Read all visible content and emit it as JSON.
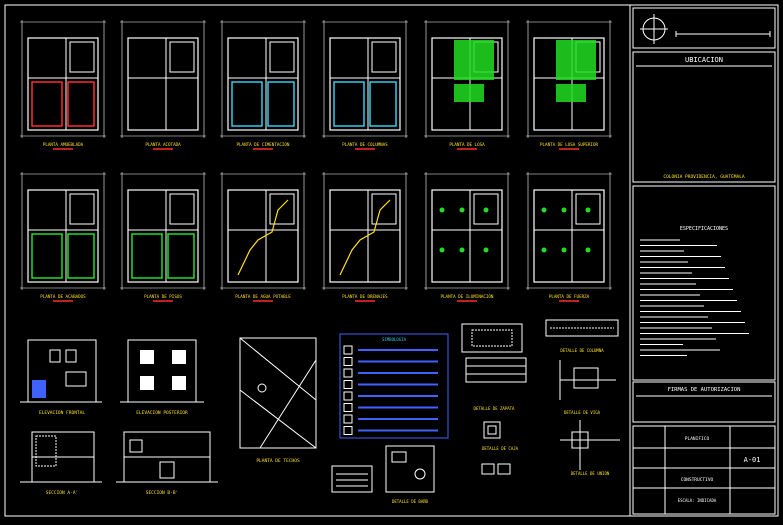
{
  "colors": {
    "background": "#000000",
    "frame": "#ffffff",
    "title_red": "#ff2a2a",
    "plan_green": "#22dd22",
    "plan_cyan": "#33ccee",
    "plan_yellow": "#ffe020",
    "table_blue": "#3f62ff"
  },
  "title_block": {
    "location_header": "UBICACION",
    "location_address": "COLONIA PROVIDENCIA, GUATEMALA",
    "specs_header": "ESPECIFICACIONES",
    "signatures_header": "FIRMAS DE AUTORIZACION",
    "plan_field": "PLANIFICO",
    "drawing_field": "CONSTRUCTIVO",
    "scale_field": "ESCALA: INDICADA",
    "sheet_number": "A-01"
  },
  "plan_labels": [
    "PLANTA AMUEBLADA",
    "PLANTA ACOTADA",
    "PLANTA DE CIMENTACION",
    "PLANTA DE COLUMNAS",
    "PLANTA DE LOSA",
    "PLANTA DE LOSA SUPERIOR",
    "PLANTA DE ACABADOS",
    "PLANTA DE PISOS",
    "PLANTA DE AGUA POTABLE",
    "PLANTA DE DRENAJES",
    "PLANTA DE ILUMINACION",
    "PLANTA DE FUERZA"
  ],
  "detail_labels": {
    "elev_front": "ELEVACION FRONTAL",
    "elev_rear": "ELEVACION POSTERIOR",
    "section_a": "SECCION A-A'",
    "section_b": "SECCION B-B'",
    "roof_plan": "PLANTA DE TECHOS",
    "symbology": "SIMBOLOGIA",
    "bath_detail": "DETALLE DE BAÑO",
    "footing": "DETALLE DE ZAPATA",
    "column": "DETALLE DE COLUMNA",
    "beam": "DETALLE DE VIGA",
    "box": "DETALLE DE CAJA",
    "joint": "DETALLE DE UNION"
  }
}
